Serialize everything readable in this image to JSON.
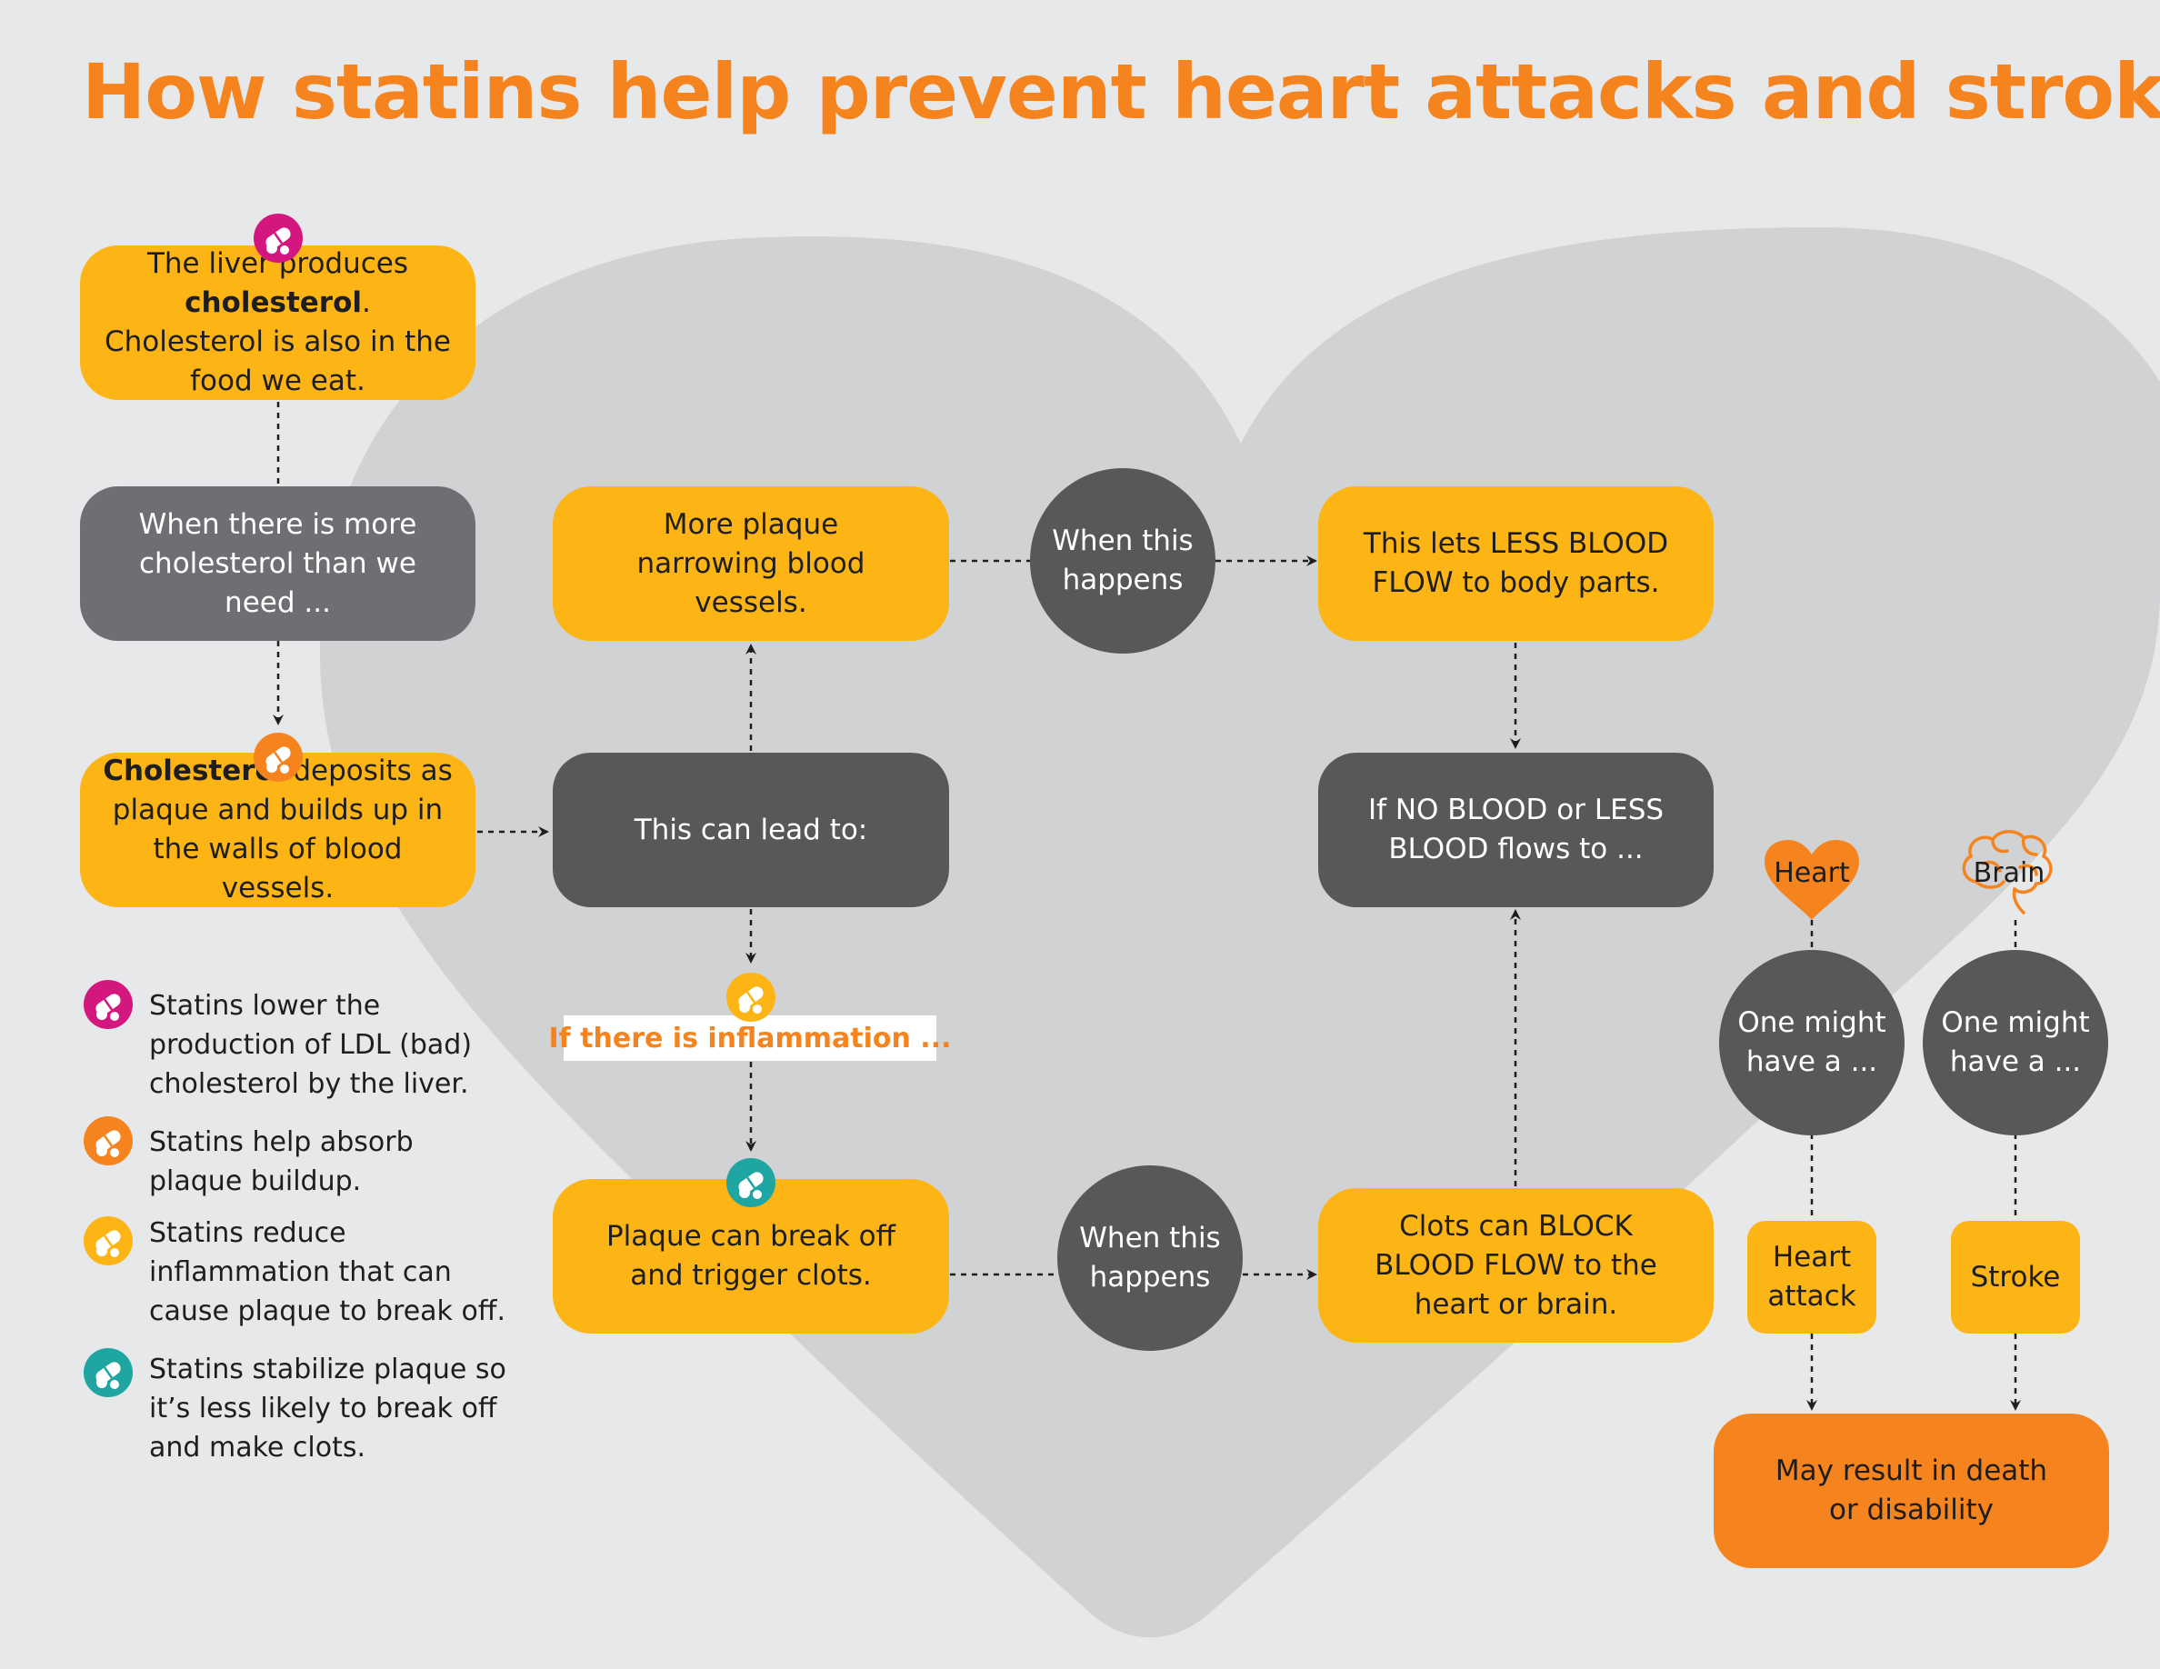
{
  "title": "How statins help prevent heart attacks and strokes",
  "nodes": {
    "liver": {
      "pre": "The liver produces ",
      "bold": "cholesterol",
      "post": ". Cholesterol is also in the food we eat."
    },
    "more_cholesterol": "When there is more cholesterol than we need ...",
    "deposits": {
      "bold": "Cholesterol",
      "post": " deposits as plaque and builds up in the walls of blood vessels."
    },
    "lead_to": "This can lead to:",
    "more_plaque": "More plaque narrowing blood vessels.",
    "when_top": "When this happens",
    "less_blood": "This lets LESS BLOOD FLOW to body parts.",
    "no_blood": "If NO BLOOD or LESS BLOOD flows to ...",
    "inflammation": "If there is inflammation ...",
    "break_off": "Plaque can break off and trigger clots.",
    "when_bottom": "When this happens",
    "clots": "Clots can BLOCK BLOOD FLOW to the heart or brain.",
    "heart_label": "Heart",
    "brain_label": "Brain",
    "might_heart": "One might have a ...",
    "might_brain": "One might have a ...",
    "heart_attack": "Heart attack",
    "stroke": "Stroke",
    "result": "May result in death or disability"
  },
  "legend": [
    {
      "text": "Statins lower the production of LDL (bad) cholesterol by the liver.",
      "color": "#d4177e"
    },
    {
      "text": "Statins help absorb plaque buildup.",
      "color": "#f5841f"
    },
    {
      "text": "Statins reduce inflammation that can cause plaque to break off.",
      "color": "#fdb515"
    },
    {
      "text": "Statins stabilize plaque so it’s less likely to break off and make clots.",
      "color": "#1fa5a2"
    }
  ],
  "colors": {
    "accent": "#f5841f",
    "yellow": "#fdb515",
    "dark": "#58585a",
    "heart_bg": "#d1d2d4"
  },
  "icons": {
    "pill": "pill-capsule-icon",
    "heart": "heart-icon",
    "brain": "brain-icon"
  }
}
